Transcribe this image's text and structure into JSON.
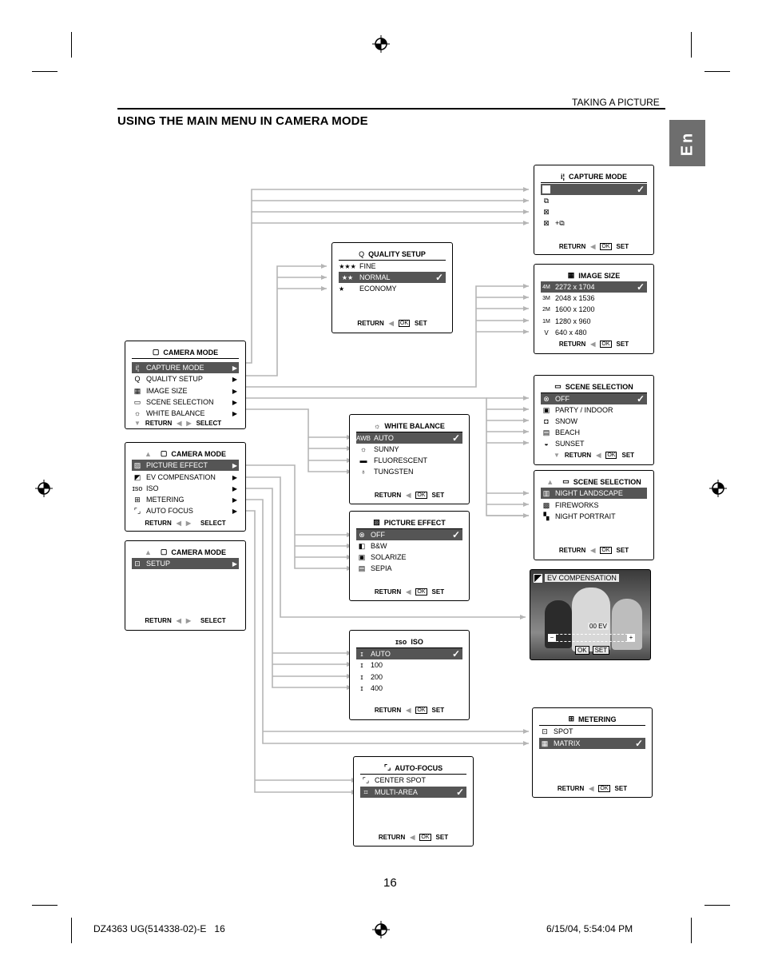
{
  "header": {
    "section": "TAKING A PICTURE",
    "title": "USING THE MAIN MENU IN CAMERA MODE",
    "lang_tab": "En"
  },
  "footer": {
    "page": "16",
    "left": "DZ4363 UG(514338-02)-E   16",
    "right": "6/15/04, 5:54:04 PM"
  },
  "common": {
    "return": "RETURN",
    "select": "SELECT",
    "ok": "OK",
    "set": "SET"
  },
  "camera_menu_1": {
    "title": "CAMERA MODE",
    "items": [
      {
        "label": "CAPTURE MODE",
        "icon": "capture-icon"
      },
      {
        "label": "QUALITY SETUP",
        "icon": "quality-icon"
      },
      {
        "label": "IMAGE SIZE",
        "icon": "image-size-icon"
      },
      {
        "label": "SCENE SELECTION",
        "icon": "scene-icon"
      },
      {
        "label": "WHITE BALANCE",
        "icon": "white-balance-icon"
      }
    ]
  },
  "camera_menu_2": {
    "title": "CAMERA MODE",
    "items": [
      {
        "label": "PICTURE EFFECT",
        "icon": "picture-effect-icon"
      },
      {
        "label": "EV COMPENSATION",
        "icon": "ev-icon"
      },
      {
        "label": "ISO",
        "icon": "iso-icon"
      },
      {
        "label": "METERING",
        "icon": "metering-icon"
      },
      {
        "label": "AUTO FOCUS",
        "icon": "auto-focus-icon"
      }
    ]
  },
  "camera_menu_3": {
    "title": "CAMERA MODE",
    "items": [
      {
        "label": "SETUP",
        "icon": "setup-icon"
      }
    ]
  },
  "capture_mode": {
    "title": "CAPTURE MODE"
  },
  "quality_setup": {
    "title": "QUALITY  SETUP",
    "items": [
      {
        "label": "FINE",
        "icon": "★★★"
      },
      {
        "label": "NORMAL",
        "icon": "★★"
      },
      {
        "label": "ECONOMY",
        "icon": "★"
      }
    ]
  },
  "image_size": {
    "title": "IMAGE SIZE",
    "items": [
      {
        "label": "2272 x 1704",
        "icon": "4M"
      },
      {
        "label": "2048 x 1536",
        "icon": "3M"
      },
      {
        "label": "1600 x 1200",
        "icon": "2M"
      },
      {
        "label": "1280 x 960",
        "icon": "1M"
      },
      {
        "label": "640 x 480",
        "icon": "V"
      }
    ]
  },
  "scene_selection_1": {
    "title": "SCENE  SELECTION",
    "items": [
      {
        "label": "OFF"
      },
      {
        "label": "PARTY / INDOOR"
      },
      {
        "label": "SNOW"
      },
      {
        "label": "BEACH"
      },
      {
        "label": "SUNSET"
      }
    ]
  },
  "scene_selection_2": {
    "title": "SCENE  SELECTION",
    "items": [
      {
        "label": "NIGHT LANDSCAPE"
      },
      {
        "label": "FIREWORKS"
      },
      {
        "label": "NIGHT PORTRAIT"
      }
    ]
  },
  "white_balance": {
    "title": "WHITE BALANCE",
    "items": [
      {
        "label": "AUTO",
        "icon": "AWB"
      },
      {
        "label": "SUNNY"
      },
      {
        "label": "FLUORESCENT"
      },
      {
        "label": "TUNGSTEN"
      }
    ]
  },
  "picture_effect": {
    "title": "PICTURE EFFECT",
    "items": [
      {
        "label": "OFF"
      },
      {
        "label": "B&W"
      },
      {
        "label": "SOLARIZE"
      },
      {
        "label": "SEPIA"
      }
    ]
  },
  "ev_compensation": {
    "title": "EV COMPENSATION",
    "value": "00  EV"
  },
  "iso": {
    "title": "ISO",
    "items": [
      {
        "label": "AUTO"
      },
      {
        "label": "100"
      },
      {
        "label": "200"
      },
      {
        "label": "400"
      }
    ]
  },
  "metering": {
    "title": "METERING",
    "items": [
      {
        "label": "SPOT"
      },
      {
        "label": "MATRIX"
      }
    ]
  },
  "auto_focus": {
    "title": "AUTO-FOCUS",
    "items": [
      {
        "label": "CENTER SPOT"
      },
      {
        "label": "MULTI-AREA"
      }
    ]
  }
}
